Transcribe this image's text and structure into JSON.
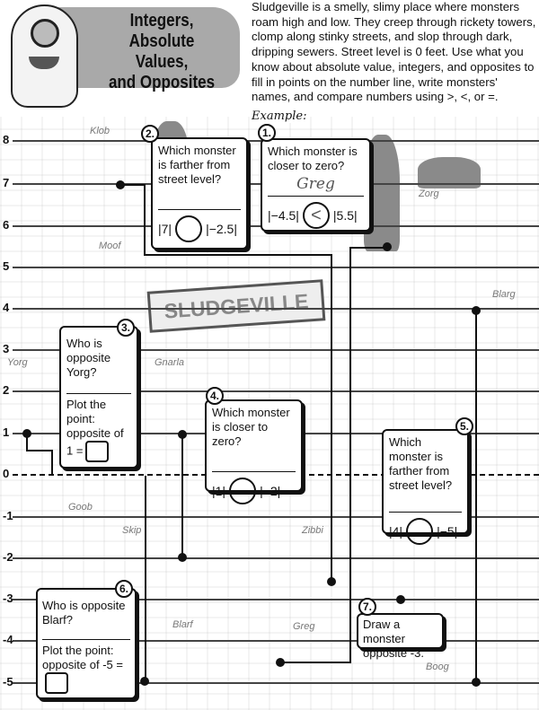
{
  "title": {
    "line1": "Integers,",
    "line2": "Absolute Values,",
    "line3": "and Opposites"
  },
  "intro": "Sludgeville is a smelly, slimy place where monsters roam high and low. They creep through rickety towers, clomp along stinky streets, and slop through dark, dripping sewers. Street level is 0 feet. Use what you know about absolute value, integers, and opposites to fill in points on the number line, write monsters' names, and compare numbers using >, <, or =.",
  "example_label": "Example:",
  "sign": "SLUDGEVILLE",
  "number_line": [
    "8",
    "7",
    "6",
    "5",
    "4",
    "3",
    "2",
    "1",
    "0",
    "-1",
    "-2",
    "-3",
    "-4",
    "-5"
  ],
  "monsters": [
    "Klob",
    "Moof",
    "Zorg",
    "Blarg",
    "Yorg",
    "Gnarla",
    "Goob",
    "Skip",
    "Zibbi",
    "Blarf",
    "Greg",
    "Boog"
  ],
  "questions": {
    "q1": {
      "num": "1.",
      "text": "Which monster is closer to zero?",
      "answer": "Greg",
      "left": "|−4.5|",
      "symbol": "<",
      "right": "|5.5|"
    },
    "q2": {
      "num": "2.",
      "text": "Which monster is farther from street level?",
      "left": "|7|",
      "right": "|−2.5|"
    },
    "q3": {
      "num": "3.",
      "text": "Who is opposite Yorg?",
      "plot": "Plot the point: opposite of 1 ="
    },
    "q4": {
      "num": "4.",
      "text": "Which monster is closer to zero?",
      "left": "|1|",
      "right": "|−2|"
    },
    "q5": {
      "num": "5.",
      "text": "Which monster is farther from street level?",
      "left": "|4|",
      "right": "|−5|"
    },
    "q6": {
      "num": "6.",
      "text": "Who is opposite Blarf?",
      "plot": "Plot the point: opposite of -5 ="
    },
    "q7": {
      "num": "7.",
      "text": "Draw a monster opposite -3."
    }
  }
}
